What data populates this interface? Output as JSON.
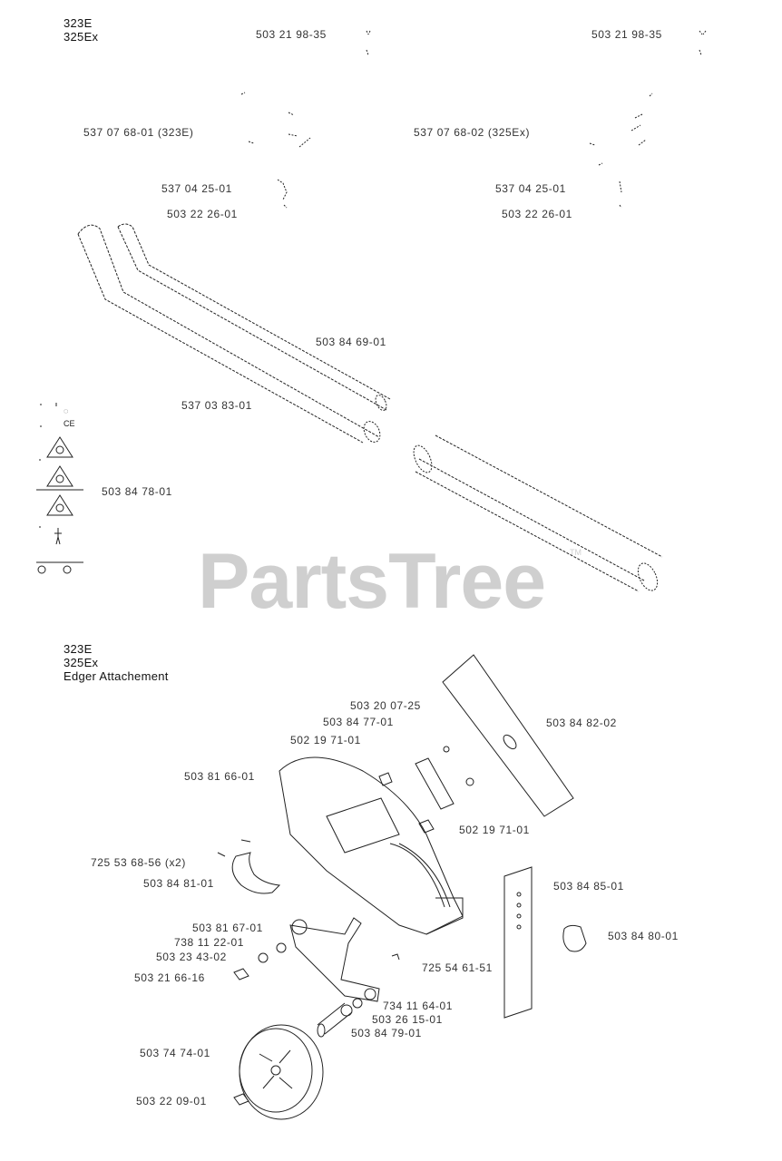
{
  "section1": {
    "models": [
      "323E",
      "325Ex"
    ],
    "parts": {
      "p1": "503 21 98-35",
      "p2": "503 21 98-35",
      "p3": "537 07 68-01 (323E)",
      "p4": "537 07 68-02 (325Ex)",
      "p5": "537 04 25-01",
      "p6": "537 04 25-01",
      "p7": "503 22 26-01",
      "p8": "503 22 26-01",
      "p9": "503 84 69-01",
      "p10": "537 03 83-01",
      "p11": "503 84 78-01"
    }
  },
  "section2": {
    "models": [
      "323E",
      "325Ex"
    ],
    "title": "Edger Attachement",
    "parts": {
      "q1": "503 20 07-25",
      "q2": "503 84 77-01",
      "q3": "503 84 82-02",
      "q4": "502 19 71-01",
      "q5": "503 81 66-01",
      "q6": "502 19 71-01",
      "q7": "725 53 68-56 (x2)",
      "q8": "503 84 81-01",
      "q9": "503 84 85-01",
      "q10": "503 84 80-01",
      "q11": "503 81 67-01",
      "q12": "738 11 22-01",
      "q13": "503 23 43-02",
      "q14": "725 54 61-51",
      "q15": "503 21 66-16",
      "q16": "734 11 64-01",
      "q17": "503 26 15-01",
      "q18": "503 84 79-01",
      "q19": "503 74 74-01",
      "q20": "503 22 09-01"
    }
  },
  "watermark": "PartsTree",
  "watermark_mark": "TM"
}
